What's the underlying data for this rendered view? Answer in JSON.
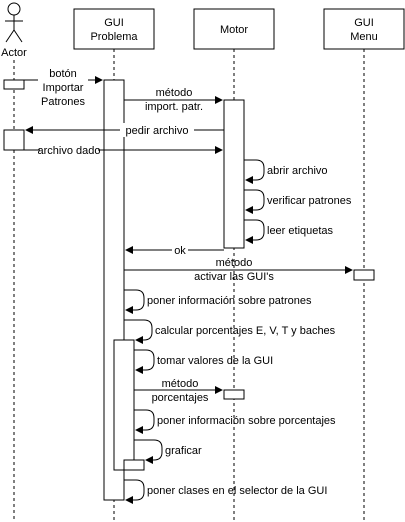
{
  "participants": {
    "actor": "Actor",
    "gui_problema": [
      "GUI",
      "Problema"
    ],
    "motor": "Motor",
    "gui_menu": [
      "GUI",
      "Menu"
    ]
  },
  "messages": {
    "boton_importar": [
      "botón",
      "Importar",
      "Patrones"
    ],
    "metodo_import": [
      "método",
      "import. patr."
    ],
    "pedir_archivo": "pedir archivo",
    "archivo_dado": "archivo dado",
    "abrir_archivo": "abrir archivo",
    "verificar_patrones": "verificar patrones",
    "leer_etiquetas": "leer etiquetas",
    "ok": "ok",
    "metodo_activar": [
      "método",
      "activar las GUI's"
    ],
    "poner_info_patrones": "poner información sobre patrones",
    "calcular_porcentajes": "calcular porcentajes E, V, T y baches",
    "tomar_valores": "tomar valores de la GUI",
    "metodo_porcentajes": [
      "método",
      "porcentajes"
    ],
    "poner_info_porcentajes": "poner información sobre porcentajes",
    "graficar": "graficar",
    "poner_clases": "poner clases en el selector de la GUI"
  }
}
